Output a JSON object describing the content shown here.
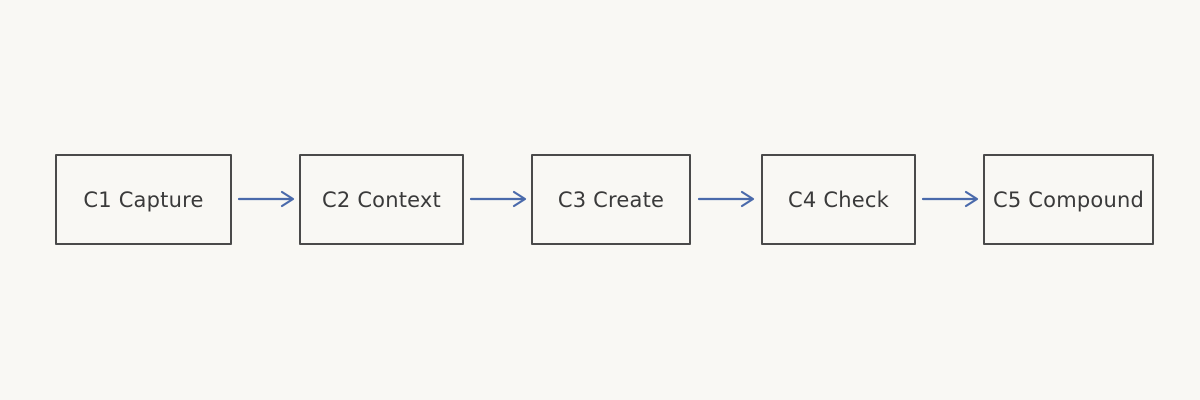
{
  "colors": {
    "background": "#f9f8f4",
    "box_border": "#4a4a4a",
    "text": "#3a3a3a",
    "arrow": "#4a6aab"
  },
  "steps": [
    {
      "label": "C1 Capture"
    },
    {
      "label": "C2 Context"
    },
    {
      "label": "C3 Create"
    },
    {
      "label": "C4 Check"
    },
    {
      "label": "C5 Compound"
    }
  ]
}
